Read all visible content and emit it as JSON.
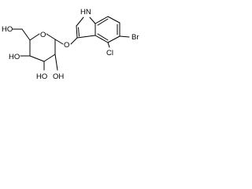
{
  "molecule": {
    "labels": {
      "nh": "HN",
      "br": "Br",
      "cl": "Cl",
      "o_ring": "O",
      "o_glycosidic": "O",
      "ho_c6": "HO",
      "ho_c4": "HO",
      "ho_c3": "HO",
      "oh_c2": "OH"
    },
    "colors": {
      "ink": "#000000",
      "background": "#ffffff"
    }
  }
}
